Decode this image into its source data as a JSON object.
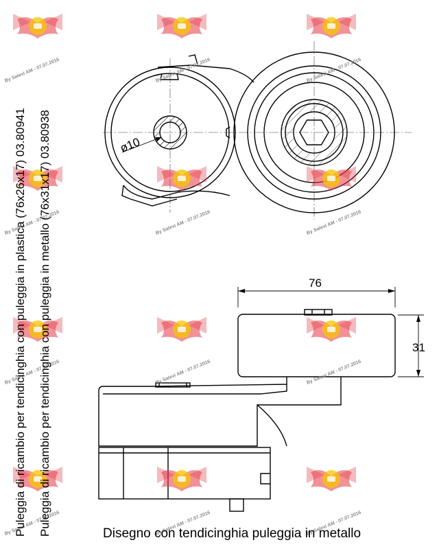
{
  "captions": {
    "plastic": "Puleggia di ricambio per tendicinghia con puleggia in plastica (76x26x17) 03.80941",
    "metal": "Puleggia di ricambio per tendicinghia con puleggia in metallo (76x31x17) 03.80938",
    "drawing": "Disegno con tendicinghia puleggia in metallo"
  },
  "dimensions": {
    "hole_diameter": "ø10",
    "pulley_width": "76",
    "pulley_height": "31"
  },
  "watermark": {
    "text": "By Salevi AM - 07.07.2016",
    "badge_color": "#e63946",
    "logo_color": "#f5c400"
  }
}
